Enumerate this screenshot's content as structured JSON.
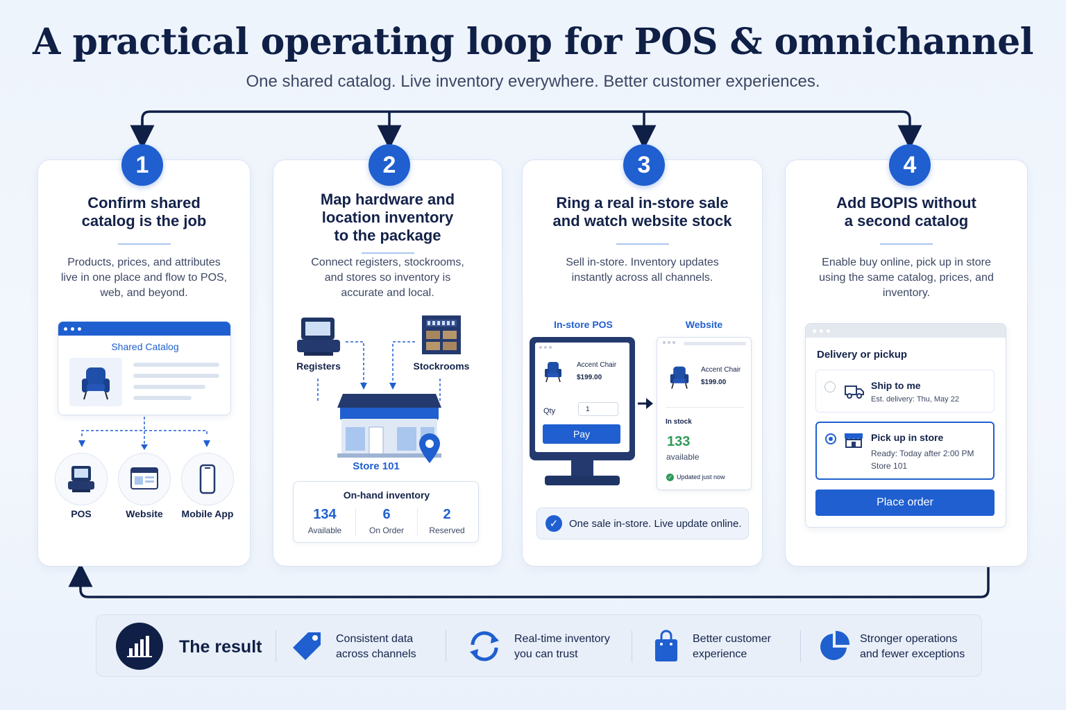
{
  "header": {
    "title": "A practical operating loop for POS & omnichannel",
    "subtitle": "One shared catalog. Live inventory everywhere. Better customer experiences."
  },
  "colors": {
    "accent": "#1f5fd0",
    "navy": "#0f1f46",
    "success": "#2f9a5a"
  },
  "steps": [
    {
      "number": "1",
      "title_lines": [
        "Confirm shared",
        "catalog is the job"
      ],
      "description": "Products, prices, and attributes live in one place and flow to POS, web, and beyond.",
      "catalog_label": "Shared Catalog",
      "channels": [
        {
          "label": "POS",
          "icon": "pos-terminal-icon"
        },
        {
          "label": "Website",
          "icon": "browser-window-icon"
        },
        {
          "label": "Mobile App",
          "icon": "smartphone-icon"
        }
      ]
    },
    {
      "number": "2",
      "title_lines": [
        "Map hardware and",
        "location inventory",
        "to the package"
      ],
      "description": "Connect registers, stockrooms, and stores so inventory is accurate and local.",
      "registers_label": "Registers",
      "stockrooms_label": "Stockrooms",
      "store_label": "Store 101",
      "inventory": {
        "title": "On-hand inventory",
        "stats": [
          {
            "value": "134",
            "label": "Available"
          },
          {
            "value": "6",
            "label": "On Order"
          },
          {
            "value": "2",
            "label": "Reserved"
          }
        ]
      }
    },
    {
      "number": "3",
      "title_lines": [
        "Ring a real in-store sale",
        "and watch website stock"
      ],
      "description": "Sell in-store. Inventory updates instantly across all channels.",
      "pos_label": "In-store POS",
      "website_label": "Website",
      "product_name": "Accent Chair",
      "product_price": "$199.00",
      "qty_label": "Qty",
      "qty_value": "1",
      "pay_label": "Pay",
      "in_stock_label": "In stock",
      "stock_count": "133",
      "stock_caption": "available",
      "updated_label": "Updated just now",
      "banner": "One sale in-store. Live update online."
    },
    {
      "number": "4",
      "title_lines": [
        "Add BOPIS without",
        "a second catalog"
      ],
      "description": "Enable buy online, pick up in store using the same catalog, prices, and inventory.",
      "panel_title": "Delivery or pickup",
      "option_ship": {
        "title": "Ship to me",
        "detail": "Est. delivery: Thu, May 22"
      },
      "option_pickup": {
        "title": "Pick up in store",
        "detail1": "Ready: Today after 2:00 PM",
        "detail2": "Store 101"
      },
      "button": "Place order"
    }
  ],
  "result": {
    "title": "The result",
    "items": [
      {
        "line1": "Consistent data",
        "line2": "across channels",
        "icon": "price-tag-icon"
      },
      {
        "line1": "Real-time inventory",
        "line2": "you can trust",
        "icon": "sync-arrows-icon"
      },
      {
        "line1": "Better customer",
        "line2": "experience",
        "icon": "shopping-bag-icon"
      },
      {
        "line1": "Stronger operations",
        "line2": "and fewer exceptions",
        "icon": "pie-chart-icon"
      }
    ]
  }
}
